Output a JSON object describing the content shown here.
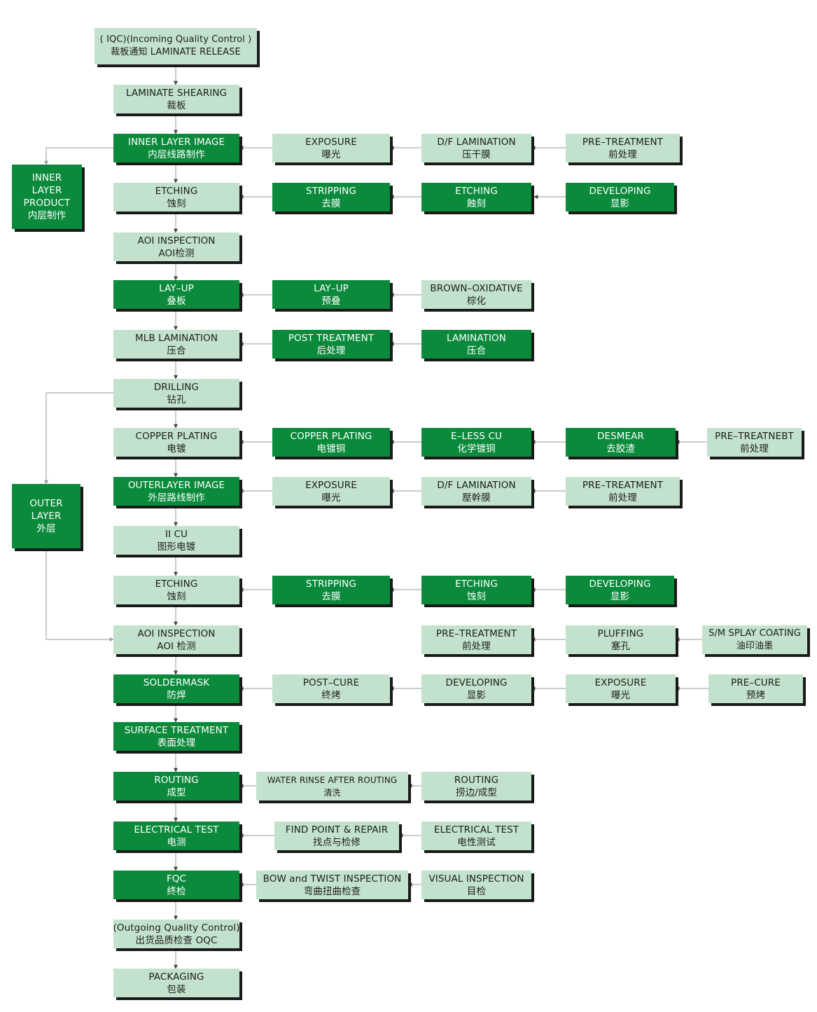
{
  "colors": {
    "light": "#c3e2cd",
    "dark": "#0b8a3c",
    "shadow": "#1a1a1a",
    "line": "#9a9a9a"
  },
  "boxes": [
    {
      "id": "iqc",
      "lines": [
        "( IQC)(Incoming Quality Control )",
        "裁板通知 LAMINATE RELEASE"
      ],
      "style": "light"
    },
    {
      "id": "shearing",
      "lines": [
        "LAMINATE SHEARING",
        "裁板"
      ],
      "style": "light"
    },
    {
      "id": "inner-image",
      "lines": [
        "INNER LAYER IMAGE",
        "内层线路制作"
      ],
      "style": "dark"
    },
    {
      "id": "inner-exposure",
      "lines": [
        "EXPOSURE",
        "曝光"
      ],
      "style": "light"
    },
    {
      "id": "inner-df",
      "lines": [
        "D/F LAMINATION",
        "压干膜"
      ],
      "style": "light"
    },
    {
      "id": "inner-pretreat",
      "lines": [
        "PRE–TREATMENT",
        "前处理"
      ],
      "style": "light"
    },
    {
      "id": "inner-product",
      "lines": [
        "INNER",
        "LAYER",
        "PRODUCT",
        "内层制作"
      ],
      "style": "dark"
    },
    {
      "id": "etching-1",
      "lines": [
        "ETCHING",
        "蚀刻"
      ],
      "style": "light"
    },
    {
      "id": "stripping-1",
      "lines": [
        "STRIPPING",
        "去膜"
      ],
      "style": "dark"
    },
    {
      "id": "etching-1b",
      "lines": [
        "ETCHING",
        "蝕刻"
      ],
      "style": "dark"
    },
    {
      "id": "developing-1",
      "lines": [
        "DEVELOPING",
        "显影"
      ],
      "style": "dark"
    },
    {
      "id": "aoi-1",
      "lines": [
        "AOI INSPECTION",
        "AOI检测"
      ],
      "style": "light"
    },
    {
      "id": "layup",
      "lines": [
        "LAY–UP",
        "叠板"
      ],
      "style": "dark"
    },
    {
      "id": "layup-2",
      "lines": [
        "LAY–UP",
        "预叠"
      ],
      "style": "dark"
    },
    {
      "id": "brown",
      "lines": [
        "BROWN–OXIDATIVE",
        "棕化"
      ],
      "style": "light"
    },
    {
      "id": "mlb",
      "lines": [
        "MLB LAMINATION",
        "压合"
      ],
      "style": "light"
    },
    {
      "id": "post-treat",
      "lines": [
        "POST TREATMENT",
        "后处理"
      ],
      "style": "dark"
    },
    {
      "id": "lamination",
      "lines": [
        "LAMINATION",
        "压合"
      ],
      "style": "dark"
    },
    {
      "id": "drilling",
      "lines": [
        "DRILLING",
        "钻孔"
      ],
      "style": "light"
    },
    {
      "id": "copper",
      "lines": [
        "COPPER PLATING",
        "电镀"
      ],
      "style": "light"
    },
    {
      "id": "copper-2",
      "lines": [
        "COPPER PLATING",
        "电镀铜"
      ],
      "style": "dark"
    },
    {
      "id": "eless",
      "lines": [
        "E–LESS CU",
        "化学镀铜"
      ],
      "style": "dark"
    },
    {
      "id": "desmear",
      "lines": [
        "DESMEAR",
        "去胶渣"
      ],
      "style": "dark"
    },
    {
      "id": "pretreatnebt",
      "lines": [
        "PRE–TREATNEBT",
        "前处理"
      ],
      "style": "light"
    },
    {
      "id": "outer-image",
      "lines": [
        "OUTERLAYER IMAGE",
        "外层路线制作"
      ],
      "style": "dark"
    },
    {
      "id": "outer-exposure",
      "lines": [
        "EXPOSURE",
        "曝光"
      ],
      "style": "light"
    },
    {
      "id": "outer-df",
      "lines": [
        "D/F LAMINATION",
        "壓幹膜"
      ],
      "style": "light"
    },
    {
      "id": "outer-pretreat",
      "lines": [
        "PRE–TREATMENT",
        "前处理"
      ],
      "style": "light"
    },
    {
      "id": "outer-layer",
      "lines": [
        "OUTER",
        "LAYER",
        "外层"
      ],
      "style": "dark"
    },
    {
      "id": "iicu",
      "lines": [
        "II CU",
        "图形电镀"
      ],
      "style": "light"
    },
    {
      "id": "etching-2",
      "lines": [
        "ETCHING",
        "蚀刻"
      ],
      "style": "light"
    },
    {
      "id": "stripping-2",
      "lines": [
        "STRIPPING",
        "去膜"
      ],
      "style": "dark"
    },
    {
      "id": "etching-2b",
      "lines": [
        "ETCHING",
        "蚀刻"
      ],
      "style": "dark"
    },
    {
      "id": "developing-2",
      "lines": [
        "DEVELOPING",
        "显影"
      ],
      "style": "dark"
    },
    {
      "id": "aoi-2",
      "lines": [
        "AOI INSPECTION",
        "AOI 检测"
      ],
      "style": "light"
    },
    {
      "id": "sm-pretreat",
      "lines": [
        "PRE–TREATMENT",
        "前处理"
      ],
      "style": "light"
    },
    {
      "id": "pluffing",
      "lines": [
        "PLUFFING",
        "塞孔"
      ],
      "style": "light"
    },
    {
      "id": "splay",
      "lines": [
        "S/M SPLAY COATING",
        "油印油墨"
      ],
      "style": "light"
    },
    {
      "id": "soldermask",
      "lines": [
        "SOLDERMASK",
        "防焊"
      ],
      "style": "dark"
    },
    {
      "id": "postcure",
      "lines": [
        "POST–CURE",
        "终烤"
      ],
      "style": "light"
    },
    {
      "id": "sm-developing",
      "lines": [
        "DEVELOPING",
        "显影"
      ],
      "style": "light"
    },
    {
      "id": "sm-exposure",
      "lines": [
        "EXPOSURE",
        "曝光"
      ],
      "style": "light"
    },
    {
      "id": "precure",
      "lines": [
        "PRE–CURE",
        "预烤"
      ],
      "style": "light"
    },
    {
      "id": "surface",
      "lines": [
        "SURFACE TREATMENT",
        "表面处理"
      ],
      "style": "dark"
    },
    {
      "id": "routing",
      "lines": [
        "ROUTING",
        "成型"
      ],
      "style": "dark"
    },
    {
      "id": "water-rinse",
      "lines": [
        "WATER RINSE AFTER ROUTING",
        "清洗"
      ],
      "style": "light"
    },
    {
      "id": "routing-2",
      "lines": [
        "ROUTING",
        "捞边/成型"
      ],
      "style": "light"
    },
    {
      "id": "etest",
      "lines": [
        "ELECTRICAL TEST",
        "电测"
      ],
      "style": "dark"
    },
    {
      "id": "find-point",
      "lines": [
        "FIND POINT & REPAIR",
        "找点与检修"
      ],
      "style": "light"
    },
    {
      "id": "etest-2",
      "lines": [
        "ELECTRICAL TEST",
        "电性测试"
      ],
      "style": "light"
    },
    {
      "id": "fqc",
      "lines": [
        "FQC",
        "终检"
      ],
      "style": "dark"
    },
    {
      "id": "bow-twist",
      "lines": [
        "BOW and TWIST INSPECTION",
        "弯曲扭曲检查"
      ],
      "style": "light"
    },
    {
      "id": "visual",
      "lines": [
        "VISUAL INSPECTION",
        "目检"
      ],
      "style": "light"
    },
    {
      "id": "oqc",
      "lines": [
        "(Outgoing Quality Control)",
        "出货品质检查    OQC"
      ],
      "style": "light"
    },
    {
      "id": "packaging",
      "lines": [
        "PACKAGING",
        "包装"
      ],
      "style": "light"
    }
  ]
}
